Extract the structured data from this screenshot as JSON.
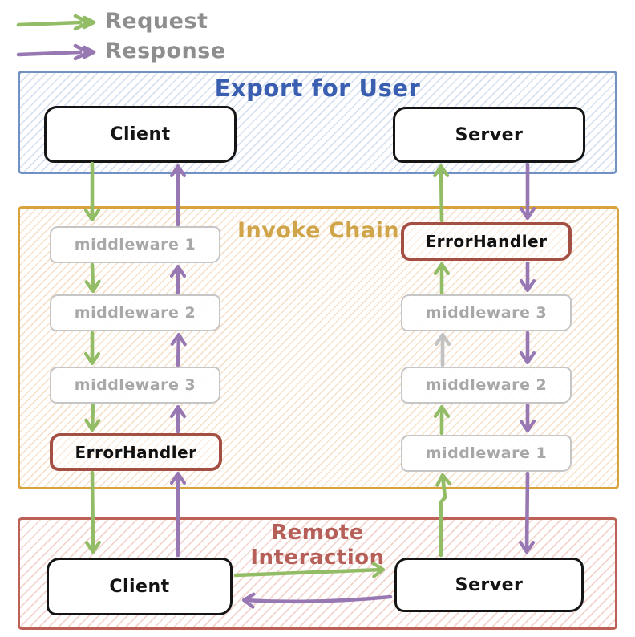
{
  "legend": {
    "request_label": "Request",
    "response_label": "Response"
  },
  "sections": {
    "export": {
      "title": "Export for User",
      "client_label": "Client",
      "server_label": "Server"
    },
    "invoke": {
      "title": "Invoke Chain",
      "client_chain": [
        "middleware 1",
        "middleware 2",
        "middleware 3",
        "ErrorHandler"
      ],
      "server_chain": [
        "ErrorHandler",
        "middleware 3",
        "middleware 2",
        "middleware 1"
      ]
    },
    "remote": {
      "title": "Remote Interaction",
      "client_label": "Client",
      "server_label": "Server"
    }
  },
  "colors": {
    "green": "#93bc66",
    "purple": "#9878b2",
    "gray_arrow": "#c2c2c2",
    "blue_border": "#7390c2",
    "blue_title": "#3a5fb0",
    "blue_hatch": "#d8e1f0",
    "yellow_border": "#d8a23c",
    "yellow_title": "#d0a449",
    "yellow_hatch": "#f6e1ca",
    "red_border": "#bd6156",
    "red_title": "#b55f58",
    "red_hatch": "#f3d4cf",
    "error_border": "#a44f44",
    "mw_border": "#c6c6c6",
    "mw_text": "#a8a8a8",
    "node_border": "#151515",
    "legend_text": "#8e8e8e"
  }
}
